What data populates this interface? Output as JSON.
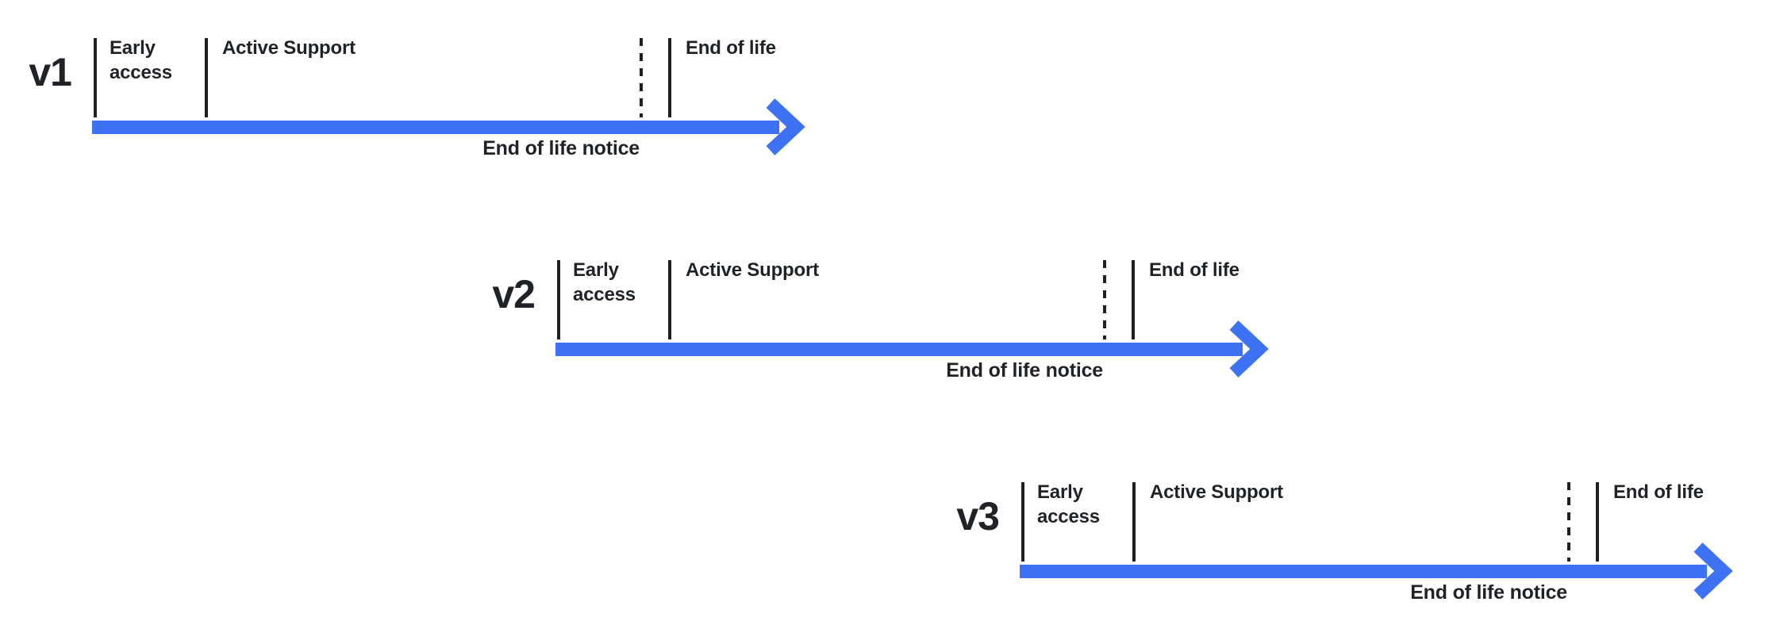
{
  "diagram": {
    "colors": {
      "accent": "#3D72F4",
      "text": "#1F2328",
      "tick": "#1C1F24",
      "background": "#FFFFFF"
    },
    "timelines": [
      {
        "version": "v1",
        "phases": {
          "early_access": "Early access",
          "active_support": "Active Support",
          "end_of_life": "End of life",
          "end_of_life_notice": "End of life notice"
        }
      },
      {
        "version": "v2",
        "phases": {
          "early_access": "Early access",
          "active_support": "Active Support",
          "end_of_life": "End of life",
          "end_of_life_notice": "End of life notice"
        }
      },
      {
        "version": "v3",
        "phases": {
          "early_access": "Early access",
          "active_support": "Active Support",
          "end_of_life": "End of life",
          "end_of_life_notice": "End of life notice"
        }
      }
    ]
  }
}
